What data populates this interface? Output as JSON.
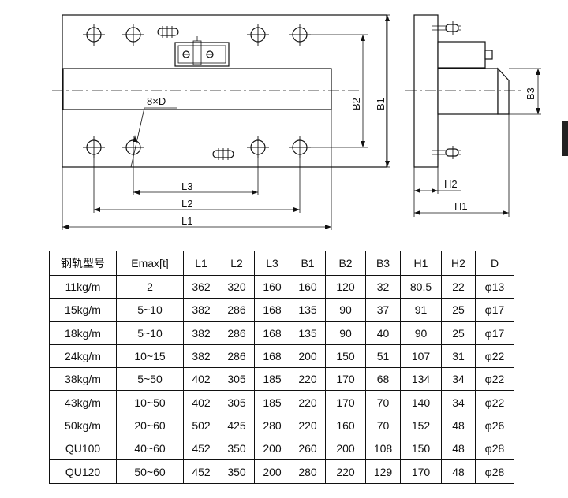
{
  "drawing": {
    "labels": {
      "holes": "8×D",
      "l1": "L1",
      "l2": "L2",
      "l3": "L3",
      "b1": "B1",
      "b2": "B2",
      "b3": "B3",
      "h1": "H1",
      "h2": "H2"
    }
  },
  "table": {
    "headers": [
      "钢轨型号",
      "Emax[t]",
      "L1",
      "L2",
      "L3",
      "B1",
      "B2",
      "B3",
      "H1",
      "H2",
      "D"
    ],
    "rows": [
      [
        "11kg/m",
        "2",
        "362",
        "320",
        "160",
        "160",
        "120",
        "32",
        "80.5",
        "22",
        "φ13"
      ],
      [
        "15kg/m",
        "5~10",
        "382",
        "286",
        "168",
        "135",
        "90",
        "37",
        "91",
        "25",
        "φ17"
      ],
      [
        "18kg/m",
        "5~10",
        "382",
        "286",
        "168",
        "135",
        "90",
        "40",
        "90",
        "25",
        "φ17"
      ],
      [
        "24kg/m",
        "10~15",
        "382",
        "286",
        "168",
        "200",
        "150",
        "51",
        "107",
        "31",
        "φ22"
      ],
      [
        "38kg/m",
        "5~50",
        "402",
        "305",
        "185",
        "220",
        "170",
        "68",
        "134",
        "34",
        "φ22"
      ],
      [
        "43kg/m",
        "10~50",
        "402",
        "305",
        "185",
        "220",
        "170",
        "70",
        "140",
        "34",
        "φ22"
      ],
      [
        "50kg/m",
        "20~60",
        "502",
        "425",
        "280",
        "220",
        "160",
        "70",
        "152",
        "48",
        "φ26"
      ],
      [
        "QU100",
        "40~60",
        "452",
        "350",
        "200",
        "260",
        "200",
        "108",
        "150",
        "48",
        "φ28"
      ],
      [
        "QU120",
        "50~60",
        "452",
        "350",
        "200",
        "280",
        "220",
        "129",
        "170",
        "48",
        "φ28"
      ]
    ]
  }
}
